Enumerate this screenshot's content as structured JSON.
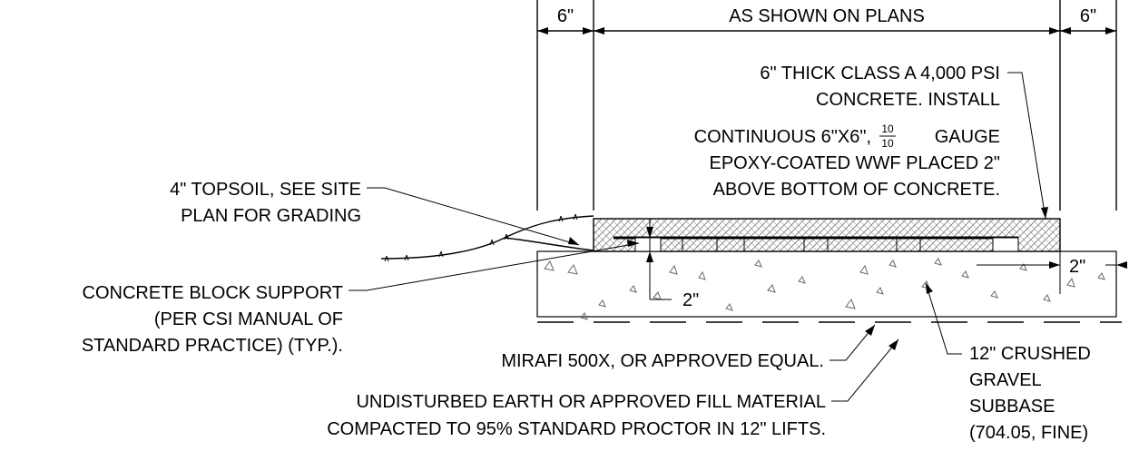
{
  "dimensions": {
    "left": "6\"",
    "middle": "AS SHOWN ON PLANS",
    "right": "6\""
  },
  "callouts": {
    "concrete": [
      "6\" THICK CLASS A 4,000 PSI",
      "CONCRETE.  INSTALL",
      "CONTINUOUS 6\"X6\",",
      "GAUGE",
      "EPOXY-COATED WWF PLACED 2\"",
      "ABOVE BOTTOM OF CONCRETE."
    ],
    "gauge_fraction": {
      "numerator": "10",
      "denominator": "10"
    },
    "topsoil": [
      "4\" TOPSOIL, SEE SITE",
      "PLAN FOR GRADING"
    ],
    "block_support": [
      "CONCRETE BLOCK SUPPORT",
      "(PER CSI MANUAL OF",
      "STANDARD PRACTICE) (TYP.)."
    ],
    "mirafi": "MIRAFI 500X,  OR APPROVED EQUAL.",
    "earth": [
      "UNDISTURBED EARTH OR APPROVED FILL MATERIAL",
      "COMPACTED TO 95% STANDARD PROCTOR IN 12\" LIFTS."
    ],
    "subbase": [
      "12\" CRUSHED",
      "GRAVEL",
      "SUBBASE",
      "(704.05, FINE)"
    ],
    "dim_2_lower": "2\"",
    "dim_2_right": "2\""
  }
}
